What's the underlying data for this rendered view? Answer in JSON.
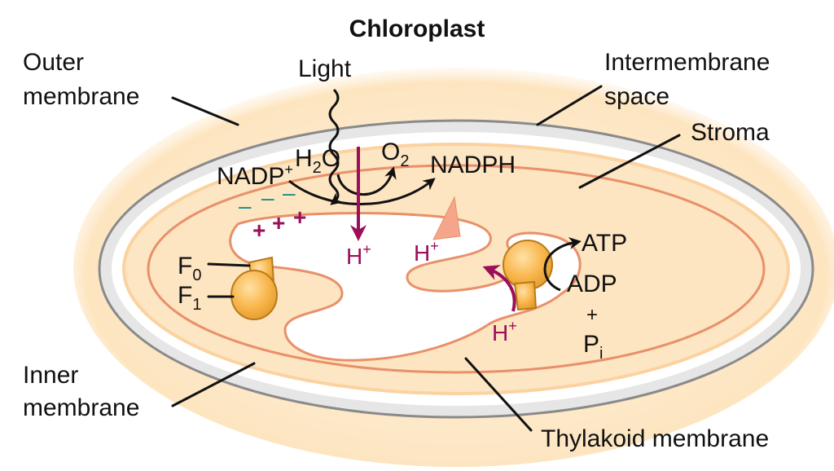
{
  "title": "Chloroplast",
  "labels": {
    "outer_membrane": [
      "Outer",
      "membrane"
    ],
    "intermembrane_space": [
      "Intermembrane",
      "space"
    ],
    "stroma": "Stroma",
    "light": "Light",
    "inner_membrane": [
      "Inner",
      "membrane"
    ],
    "thylakoid_membrane": "Thylakoid membrane"
  },
  "molecules": {
    "h2o": {
      "base": "H",
      "sub": "2",
      "tail": "O"
    },
    "o2": {
      "base": "O",
      "sub": "2"
    },
    "nadp_plus": {
      "base": "NADP",
      "sup": "+"
    },
    "nadph": "NADPH",
    "atp": "ATP",
    "adp": "ADP",
    "plus": "+",
    "pi": {
      "base": "P",
      "sub": "i"
    },
    "f0": {
      "base": "F",
      "sub": "0"
    },
    "f1": {
      "base": "F",
      "sub": "1"
    }
  },
  "protons": [
    {
      "base": "H",
      "sup": "+"
    },
    {
      "base": "H",
      "sup": "+"
    },
    {
      "base": "H",
      "sup": "+"
    }
  ],
  "charges": {
    "negative": [
      "–",
      "–",
      "–"
    ],
    "positive": [
      "+",
      "+",
      "+"
    ]
  },
  "colors": {
    "outer_membrane_fill": "#e8e8e8",
    "outer_membrane_stroke": "#8a8a8a",
    "intermembrane_fill": "#ffffff",
    "stroma_fill": "#fde6c4",
    "stroma_glow": "#fbd9a8",
    "thylakoid_stroke": "#e8906a",
    "atp_synthase": "#f8b54a",
    "atp_synthase_stroke": "#b87a1a",
    "proton_magenta": "#9a0e5a",
    "charge_teal": "#1a8a8a",
    "gradient_wedge": "#f5a68a"
  }
}
